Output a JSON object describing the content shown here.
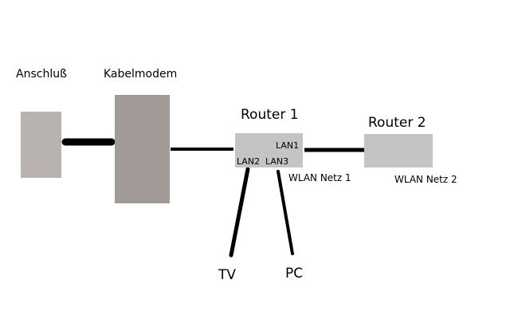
{
  "labels": {
    "anschluss": "Anschluß",
    "kabelmodem": "Kabelmodem",
    "router1": "Router 1",
    "router2": "Router 2",
    "lan1": "LAN1",
    "lan2": "LAN2",
    "lan3": "LAN3",
    "wlan1": "WLAN Netz 1",
    "wlan2": "WLAN Netz 2",
    "tv": "TV",
    "pc": "PC"
  },
  "colors": {
    "anschluss_box": "#b8b3b1",
    "kabelmodem_box": "#a29a97",
    "router_box": "#c4c4c4",
    "cable": "#000000",
    "background": "#ffffff"
  }
}
